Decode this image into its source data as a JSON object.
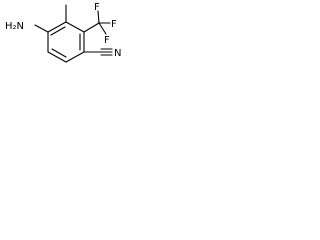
{
  "structure": {
    "labels": {
      "amine": "H₂N",
      "nitrile_nitrogen": "N",
      "fluorine_top": "F",
      "fluorine_right": "F",
      "fluorine_bottom": "F"
    },
    "colors": {
      "bond": "#000000",
      "label": "#000000",
      "background": "#ffffff"
    }
  }
}
